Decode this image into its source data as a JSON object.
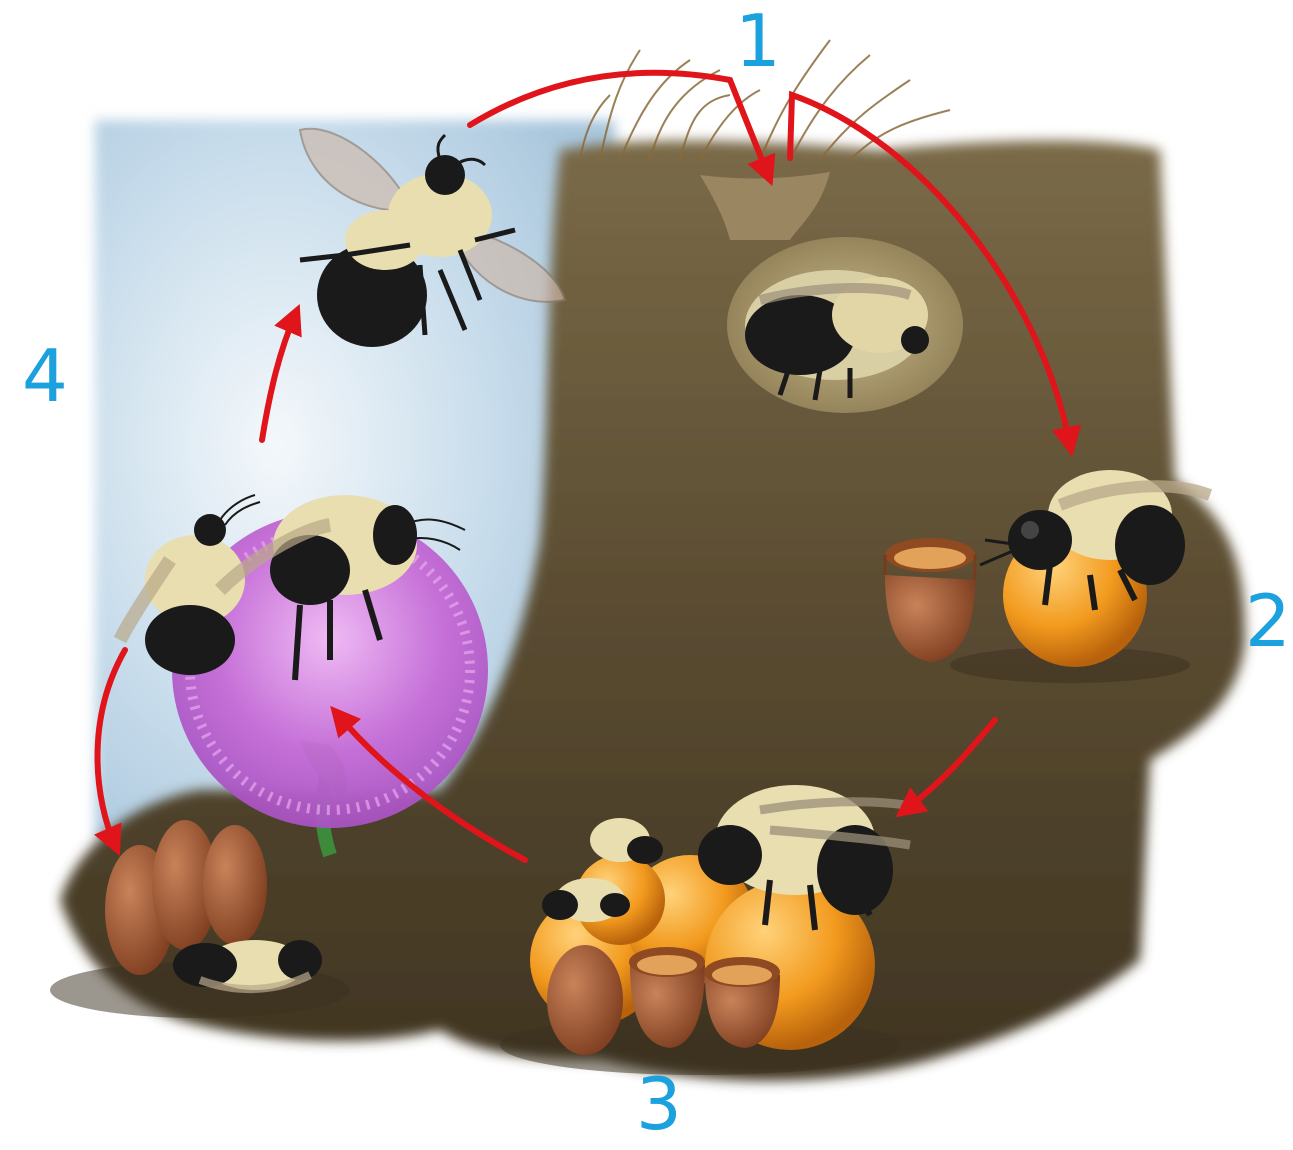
{
  "stages": [
    {
      "number": "1"
    },
    {
      "number": "2"
    },
    {
      "number": "3"
    },
    {
      "number": "4"
    }
  ],
  "colors": {
    "label": "#1ba1dd",
    "arrow": "#e0151b",
    "soil": "#5c4f34",
    "sky": "#cfe0ec",
    "flower": "#c97ad8",
    "bee_yellow": "#e8deb0",
    "bee_black": "#1a1a1a",
    "pollen": "#f0a024",
    "wax_pot": "#9b4e2a"
  },
  "icons": [
    "queen-hibernating-icon",
    "queen-foraging-icon",
    "bee-on-pollen-icon",
    "colony-icon",
    "thistle-flower-icon",
    "mating-bees-icon",
    "cocoons-icon"
  ]
}
